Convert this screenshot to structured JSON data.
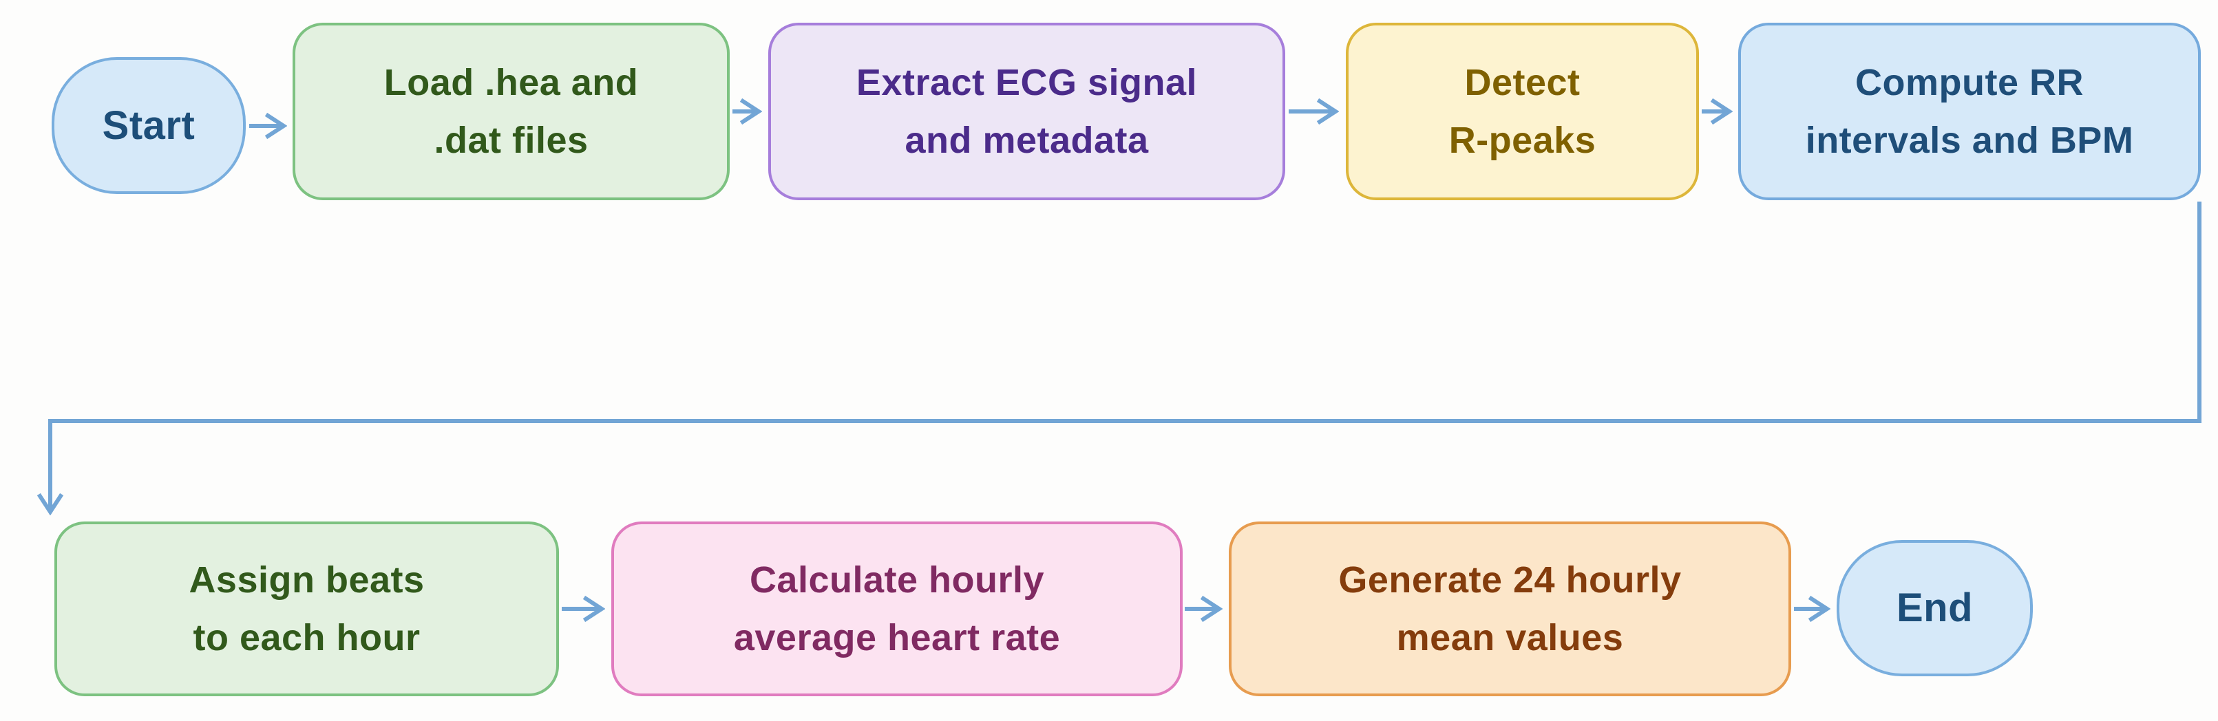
{
  "nodes": [
    {
      "id": "start",
      "type": "terminator",
      "label": "Start",
      "fill": "#d6e9f9",
      "stroke": "#79aede",
      "text_color": "#1d4e79"
    },
    {
      "id": "load-files",
      "type": "process",
      "label": "Load .hea and\n.dat files",
      "fill": "#e3f1e0",
      "stroke": "#7dc281",
      "text_color": "#31591b"
    },
    {
      "id": "extract-ecg",
      "type": "process",
      "label": "Extract ECG signal\nand metadata",
      "fill": "#ede6f6",
      "stroke": "#a67edb",
      "text_color": "#4b2b8a"
    },
    {
      "id": "detect-rpeaks",
      "type": "process",
      "label": "Detect\nR-peaks",
      "fill": "#fdf3d0",
      "stroke": "#ddb63a",
      "text_color": "#7f6000"
    },
    {
      "id": "compute-rr",
      "type": "process",
      "label": "Compute RR\nintervals and BPM",
      "fill": "#d6e9f9",
      "stroke": "#75aadd",
      "text_color": "#1f4e79"
    },
    {
      "id": "assign-beats",
      "type": "process",
      "label": "Assign beats\nto each hour",
      "fill": "#e3f1e0",
      "stroke": "#7dc281",
      "text_color": "#31591b"
    },
    {
      "id": "calc-hourly",
      "type": "process",
      "label": "Calculate hourly\naverage heart rate",
      "fill": "#fce3f1",
      "stroke": "#e07cbf",
      "text_color": "#802a62"
    },
    {
      "id": "generate-means",
      "type": "process",
      "label": "Generate 24 hourly\nmean values",
      "fill": "#fce6c9",
      "stroke": "#e79c4f",
      "text_color": "#843c0c"
    },
    {
      "id": "end",
      "type": "terminator",
      "label": "End",
      "fill": "#d6e9f9",
      "stroke": "#79aede",
      "text_color": "#1d4e79"
    }
  ],
  "edges": [
    {
      "from": "start",
      "to": "load-files"
    },
    {
      "from": "load-files",
      "to": "extract-ecg"
    },
    {
      "from": "extract-ecg",
      "to": "detect-rpeaks"
    },
    {
      "from": "detect-rpeaks",
      "to": "compute-rr"
    },
    {
      "from": "compute-rr",
      "to": "assign-beats"
    },
    {
      "from": "assign-beats",
      "to": "calc-hourly"
    },
    {
      "from": "calc-hourly",
      "to": "generate-means"
    },
    {
      "from": "generate-means",
      "to": "end"
    }
  ],
  "connector_color": "#72a5d5",
  "background_color": "#fdfdfc"
}
